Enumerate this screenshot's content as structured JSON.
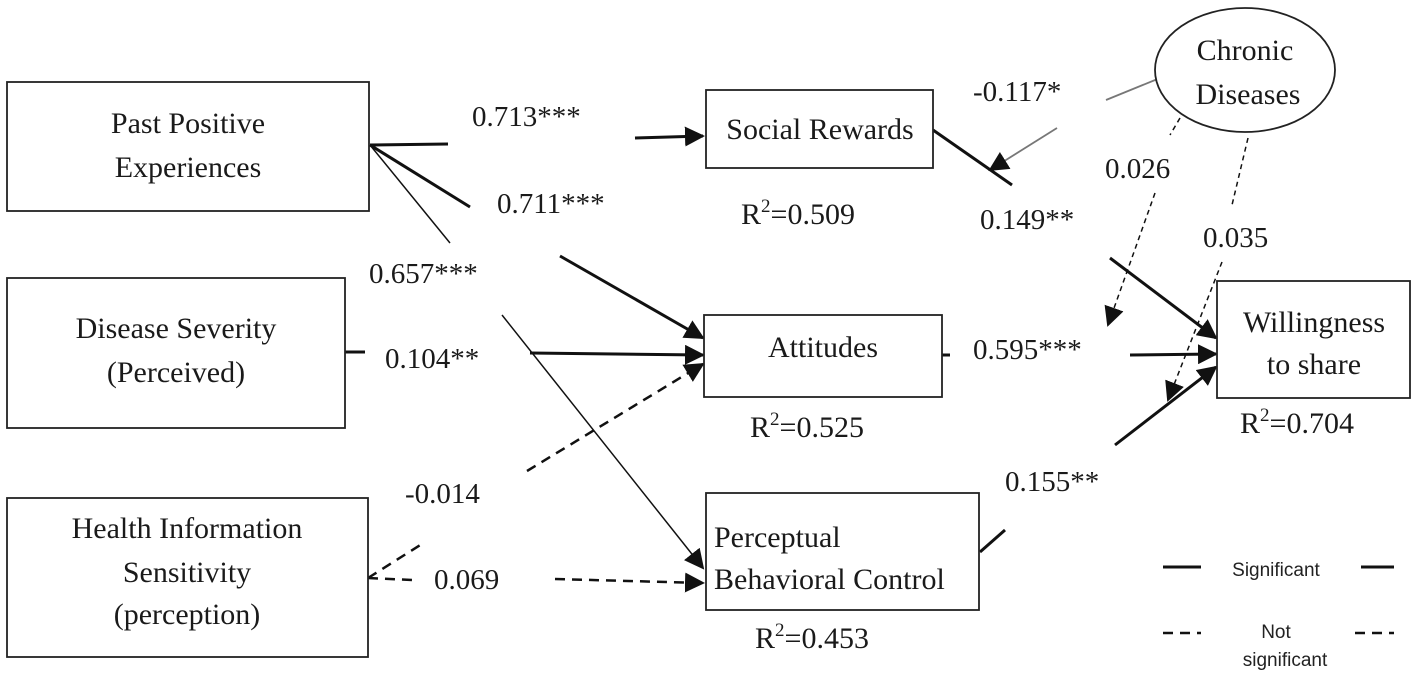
{
  "nodes": {
    "past_positive": [
      "Past Positive",
      "Experiences"
    ],
    "disease_severity": [
      "Disease Severity",
      "(Perceived)"
    ],
    "health_info": [
      "Health Information",
      "Sensitivity",
      "(perception)"
    ],
    "social_rewards": [
      "Social Rewards"
    ],
    "attitudes": [
      "Attitudes"
    ],
    "pbc": [
      "Perceptual",
      "Behavioral Control"
    ],
    "willingness": [
      "Willingness",
      "to share"
    ],
    "chronic": [
      "Chronic",
      "Diseases"
    ]
  },
  "r2": {
    "social_rewards": "0.509",
    "attitudes": "0.525",
    "pbc": "0.453",
    "willingness": "0.704"
  },
  "r2_prefix": "R",
  "r2_sup": "2",
  "paths": {
    "past_social": "0.713***",
    "past_attitudes": "0.711***",
    "past_pbc": "0.657***",
    "severity_attitudes": "0.104**",
    "sensitivity_attitudes": "-0.014",
    "sensitivity_pbc": "0.069",
    "social_willingness": "0.149**",
    "attitudes_willingness": "0.595***",
    "pbc_willingness": "0.155**",
    "chronic_social": "-0.117*",
    "chronic_attitudes_willingness": "0.026",
    "chronic_pbc_willingness": "0.035"
  },
  "legend": {
    "significant": "Significant",
    "not_significant": [
      "Not",
      "significant"
    ]
  }
}
